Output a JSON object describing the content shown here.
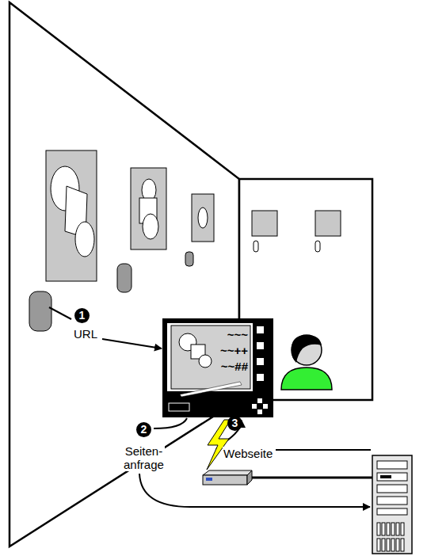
{
  "diagram": {
    "nodes": [
      {
        "text": [
          "~~~",
          "~~++",
          "~~##"
        ]
      }
    ],
    "labels": [
      "1",
      "URL",
      "2",
      "Seiten- anfrage",
      "3",
      "Webseite"
    ]
  }
}
